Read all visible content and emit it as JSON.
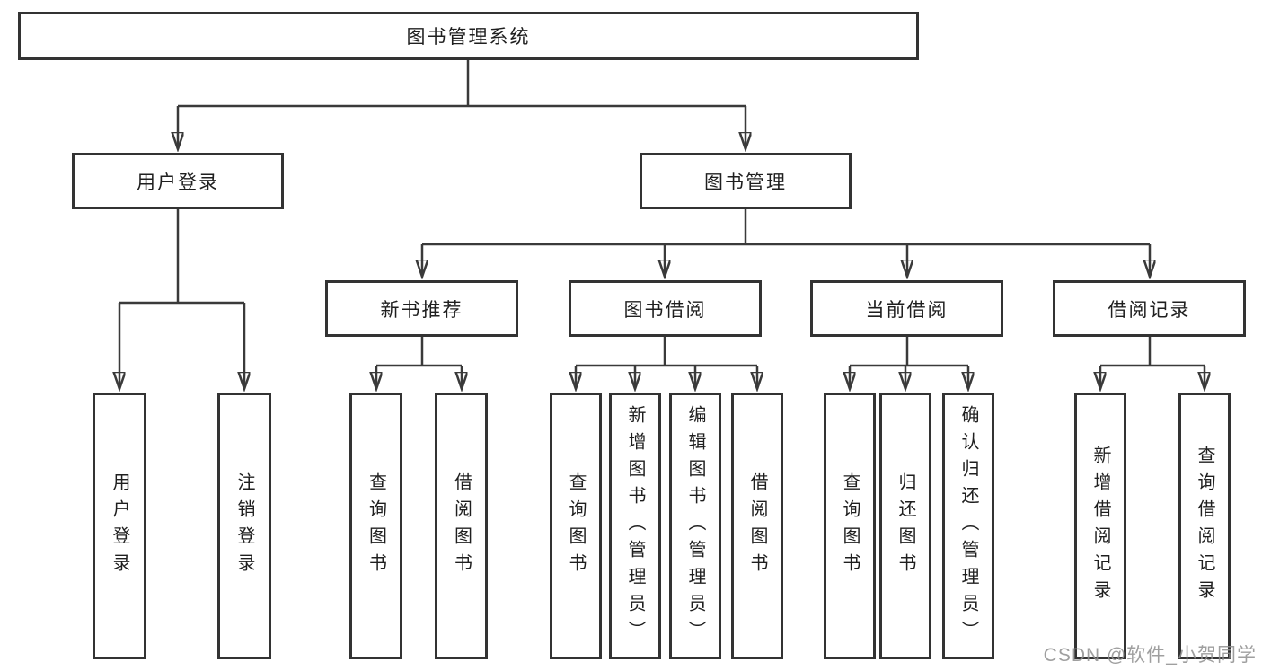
{
  "colors": {
    "line": "#3a3a3a",
    "border": "#333333",
    "text": "#1f1f1f",
    "watermark": "#8f8f8f",
    "bg": "#ffffff"
  },
  "watermark": "CSDN @软件_小贺同学",
  "tree": {
    "label": "图书管理系统",
    "children": [
      {
        "label": "用户登录",
        "children": [
          {
            "label": "用户登录"
          },
          {
            "label": "注销登录"
          }
        ]
      },
      {
        "label": "图书管理",
        "children": [
          {
            "label": "新书推荐",
            "children": [
              {
                "label": "查询图书"
              },
              {
                "label": "借阅图书"
              }
            ]
          },
          {
            "label": "图书借阅",
            "children": [
              {
                "label": "查询图书"
              },
              {
                "label": "新增图书（管理员）"
              },
              {
                "label": "编辑图书（管理员）"
              },
              {
                "label": "借阅图书"
              }
            ]
          },
          {
            "label": "当前借阅",
            "children": [
              {
                "label": "查询图书"
              },
              {
                "label": "归还图书"
              },
              {
                "label": "确认归还（管理员）"
              }
            ]
          },
          {
            "label": "借阅记录",
            "children": [
              {
                "label": "新增借阅记录"
              },
              {
                "label": "查询借阅记录"
              }
            ]
          }
        ]
      }
    ]
  }
}
